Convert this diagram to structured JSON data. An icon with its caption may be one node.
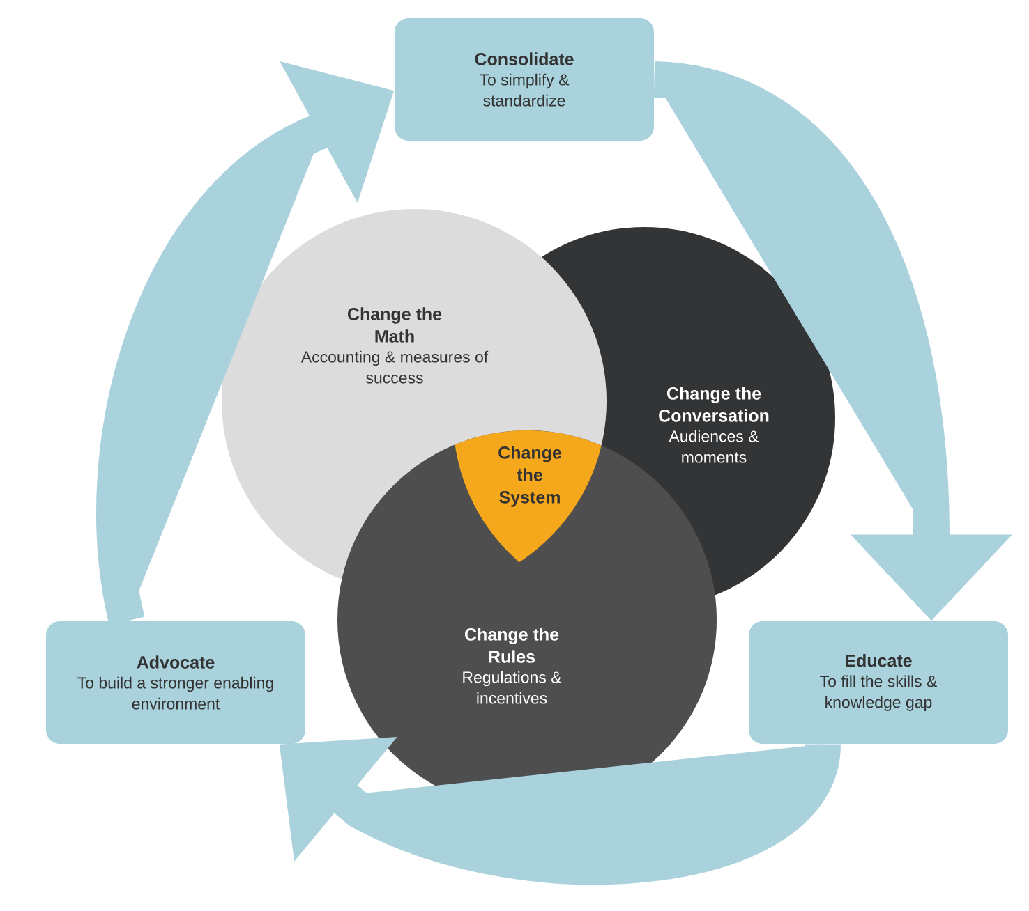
{
  "diagram": {
    "nodes": [
      {
        "text": [
          "Consolidate",
          "To simplify & standardize"
        ]
      },
      {
        "text": [
          "Educate",
          "To fill the skills & knowledge gap"
        ]
      },
      {
        "text": [
          "Advocate",
          "To build a stronger enabling environment"
        ]
      },
      {
        "text": [
          "Change the Math",
          "Accounting & measures of success"
        ]
      },
      {
        "text": [
          "Change the Conversation",
          "Audiences & moments"
        ]
      },
      {
        "text": [
          "Change the Rules",
          "Regulations & incentives"
        ]
      },
      {
        "text": [
          "Change the System"
        ]
      }
    ],
    "edges": [
      {
        "from": 0,
        "to": 1,
        "arrow": "to"
      },
      {
        "from": 1,
        "to": 2,
        "arrow": "to"
      },
      {
        "from": 2,
        "to": 0,
        "arrow": "to"
      }
    ]
  }
}
